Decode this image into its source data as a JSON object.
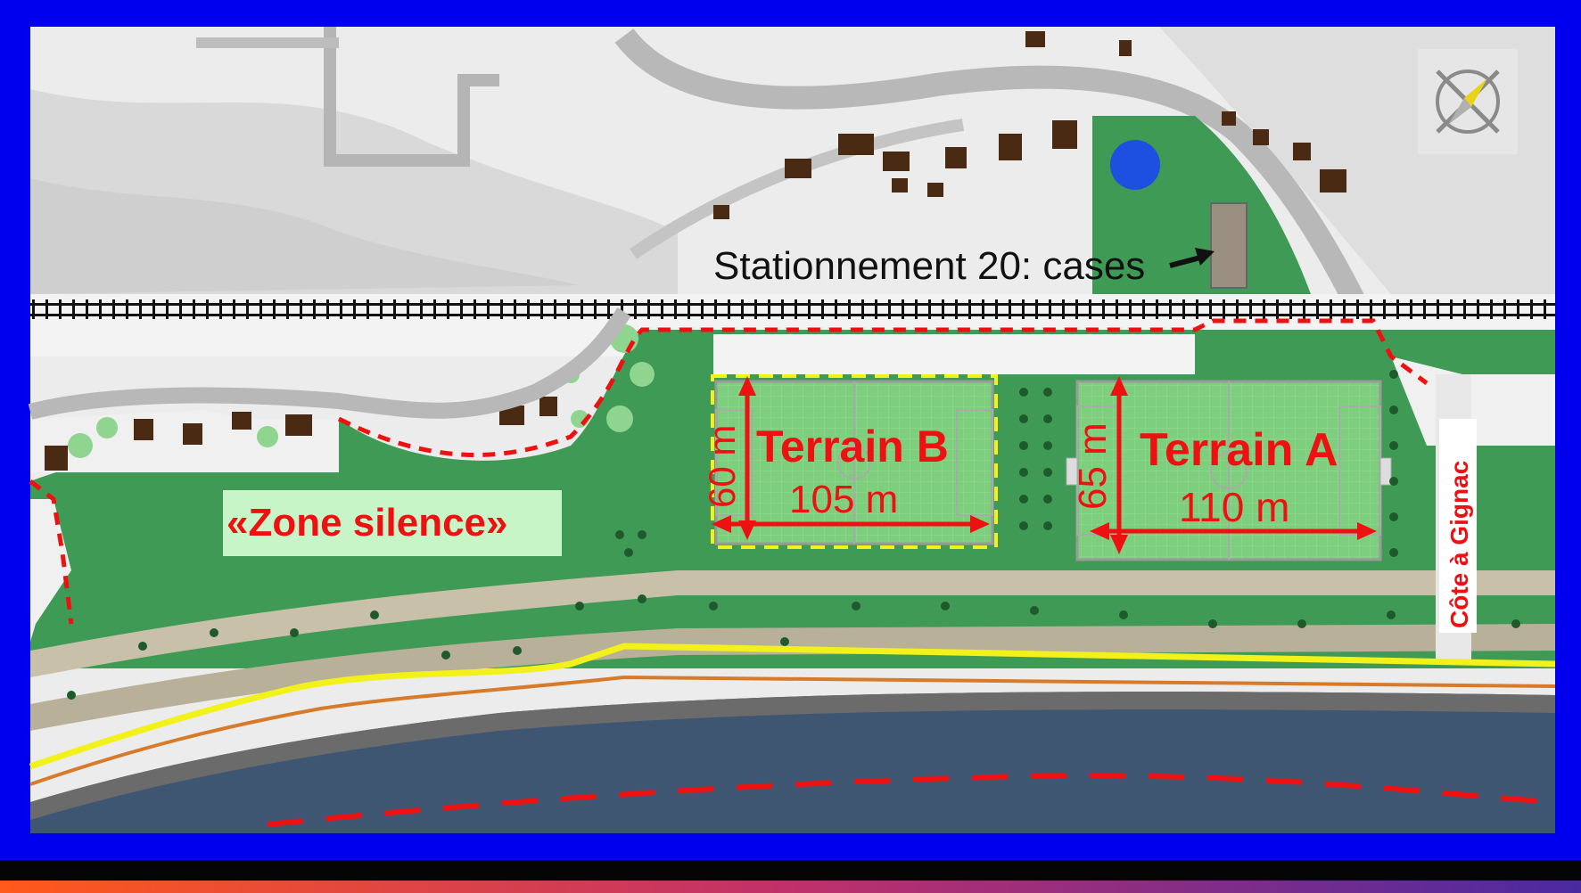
{
  "labels": {
    "parking": "Stationnement 20: cases",
    "field_b": "Terrain B",
    "field_b_width": "60 m",
    "field_b_length": "105 m",
    "field_a": "Terrain A",
    "field_a_width": "65 m",
    "field_a_length": "110 m",
    "zone": "«Zone silence»",
    "slope": "Côte à Gignac"
  },
  "colors": {
    "frame": "#0000ee",
    "annotation": "#ee1111",
    "park_green": "#3e9a55",
    "field_green": "#7dcf7d",
    "water": "#3f5672",
    "road": "#b8b8b8",
    "buildings": "#4a2a12",
    "path_yellow": "#f2f21a",
    "bottom_bar_start": "#ff5a1a",
    "bottom_bar_end": "#4a2aa0"
  },
  "icons": {
    "compass": "compass-icon"
  }
}
